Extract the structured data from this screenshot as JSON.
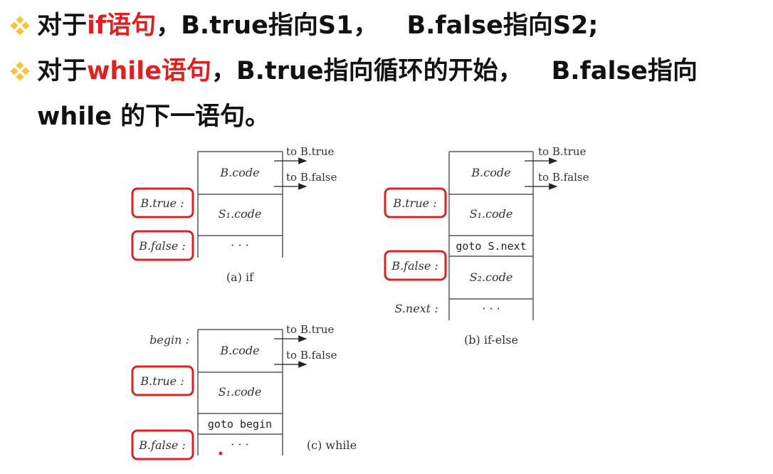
{
  "bullets": [
    {
      "prefix": "对于",
      "keyword": "if语句",
      "rest": "，B.true指向S1，",
      "rest2": "B.false指向S2;"
    },
    {
      "prefix": "对于",
      "keyword": "while语句",
      "rest": "，B.true指向循环的开始，",
      "rest2": "B.false指向"
    },
    {
      "continuation": "while 的下一语句。"
    }
  ],
  "diagram_if": {
    "labels": {
      "true": "B.true :",
      "false": "B.false :"
    },
    "cells": [
      "B.code",
      "S₁.code",
      "· · ·"
    ],
    "arrows": [
      "to B.true",
      "to B.false"
    ],
    "caption": "(a) if"
  },
  "diagram_ifelse": {
    "labels": {
      "true": "B.true :",
      "false": "B.false :",
      "next": "S.next :"
    },
    "cells": [
      "B.code",
      "S₁.code",
      "goto S.next",
      "S₂.code",
      "· · ·"
    ],
    "arrows": [
      "to B.true",
      "to B.false"
    ],
    "caption": "(b) if-else"
  },
  "diagram_while": {
    "labels": {
      "begin": "begin :",
      "true": "B.true :",
      "false": "B.false :"
    },
    "cells": [
      "B.code",
      "S₁.code",
      "goto begin",
      "· · ·"
    ],
    "arrows": [
      "to B.true",
      "to B.false"
    ],
    "caption": "(c) while"
  },
  "colors": {
    "highlight": "#e02020",
    "bullet": "#f2c641",
    "text": "#111111"
  }
}
